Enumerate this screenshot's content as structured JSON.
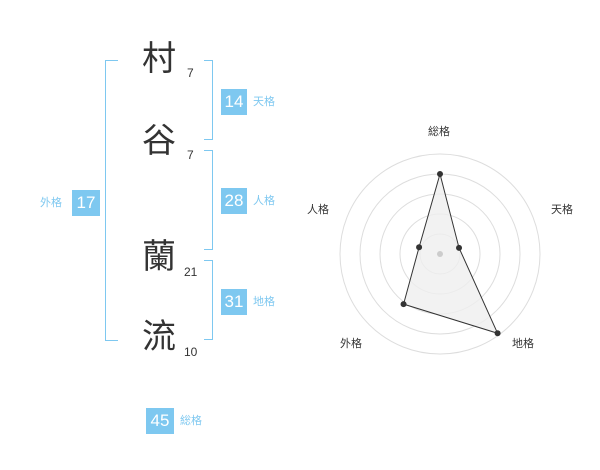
{
  "name": {
    "chars": [
      {
        "char": "村",
        "strokes": "7"
      },
      {
        "char": "谷",
        "strokes": "7"
      },
      {
        "char": "蘭",
        "strokes": "21"
      },
      {
        "char": "流",
        "strokes": "10"
      }
    ]
  },
  "fortune": {
    "tenkaku": {
      "value": "14",
      "label": "天格"
    },
    "jinkaku": {
      "value": "28",
      "label": "人格"
    },
    "chikaku": {
      "value": "31",
      "label": "地格"
    },
    "gaikaku": {
      "value": "17",
      "label": "外格"
    },
    "soukaku": {
      "value": "45",
      "label": "総格"
    }
  },
  "radar": {
    "labels": [
      "総格",
      "天格",
      "地格",
      "外格",
      "人格"
    ],
    "levels": [
      0.8,
      0.2,
      0.98,
      0.62,
      0.22
    ],
    "colors": {
      "accent": "#7ec8f0",
      "grid": "#dddddd",
      "fill": "#efefef",
      "line": "#333333"
    }
  }
}
